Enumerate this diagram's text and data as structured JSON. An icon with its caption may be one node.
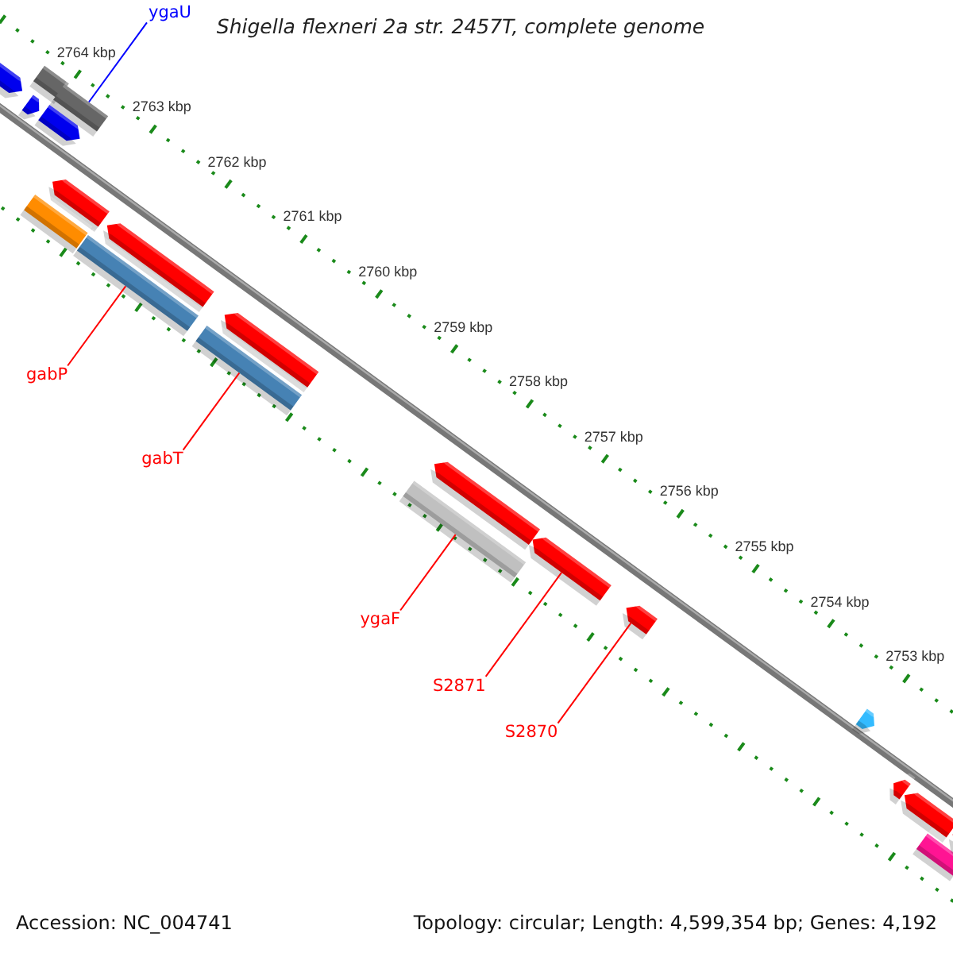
{
  "diagram": {
    "title": "Shigella flexneri 2a str. 2457T, complete genome",
    "nodes": [
      {
        "text": [
          "ygaU"
        ]
      },
      {
        "text": [],
        "shape": "bar"
      },
      {
        "text": [
          "gabP"
        ]
      },
      {
        "text": [],
        "shape": "bar"
      },
      {
        "text": [
          "gabT"
        ]
      },
      {
        "text": [],
        "shape": "bar"
      },
      {
        "text": [
          "ygaF"
        ]
      },
      {
        "text": [],
        "shape": "bar"
      },
      {
        "text": [
          "S2871"
        ]
      },
      {
        "text": [],
        "shape": "bar"
      },
      {
        "text": [
          "S2870"
        ]
      },
      {
        "text": [],
        "shape": "bar"
      }
    ],
    "edges": [
      {
        "from": 0,
        "to": 1,
        "arrow": "none",
        "color": "#0000ff"
      },
      {
        "from": 2,
        "to": 3,
        "arrow": "none"
      },
      {
        "from": 4,
        "to": 5,
        "arrow": "none"
      },
      {
        "from": 6,
        "to": 7,
        "arrow": "none"
      },
      {
        "from": 8,
        "to": 9,
        "arrow": "none"
      },
      {
        "from": 10,
        "to": 11,
        "arrow": "none"
      }
    ],
    "labels": [
      "2764 kbp",
      "2763 kbp",
      "2762 kbp",
      "2761 kbp",
      "2760 kbp",
      "2759 kbp",
      "2758 kbp",
      "2757 kbp",
      "2756 kbp",
      "2755 kbp",
      "2754 kbp",
      "2753 kbp",
      "Accession: NC_004741",
      "Topology: circular; Length: 4,599,354 bp; Genes: 4,192"
    ]
  }
}
